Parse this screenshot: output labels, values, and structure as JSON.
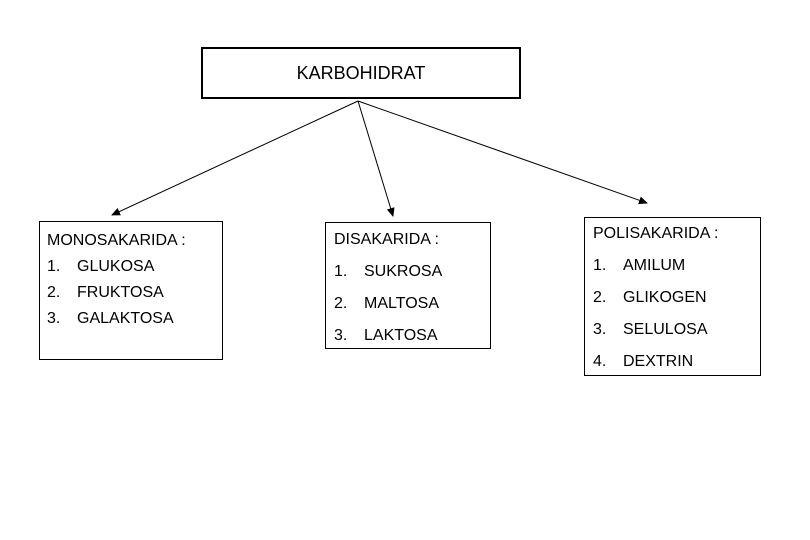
{
  "root": {
    "label": "KARBOHIDRAT"
  },
  "groups": [
    {
      "heading": "MONOSAKARIDA :",
      "items": [
        {
          "num": "1.",
          "label": "GLUKOSA"
        },
        {
          "num": "2.",
          "label": "FRUKTOSA"
        },
        {
          "num": "3.",
          "label": "GALAKTOSA"
        }
      ]
    },
    {
      "heading": "DISAKARIDA :",
      "items": [
        {
          "num": "1.",
          "label": "SUKROSA"
        },
        {
          "num": "2.",
          "label": "MALTOSA"
        },
        {
          "num": "3.",
          "label": "LAKTOSA"
        }
      ]
    },
    {
      "heading": "POLISAKARIDA :",
      "items": [
        {
          "num": "1.",
          "label": "AMILUM"
        },
        {
          "num": "2.",
          "label": "GLIKOGEN"
        },
        {
          "num": "3.",
          "label": "SELULOSA"
        },
        {
          "num": "4.",
          "label": "DEXTRIN"
        }
      ]
    }
  ]
}
